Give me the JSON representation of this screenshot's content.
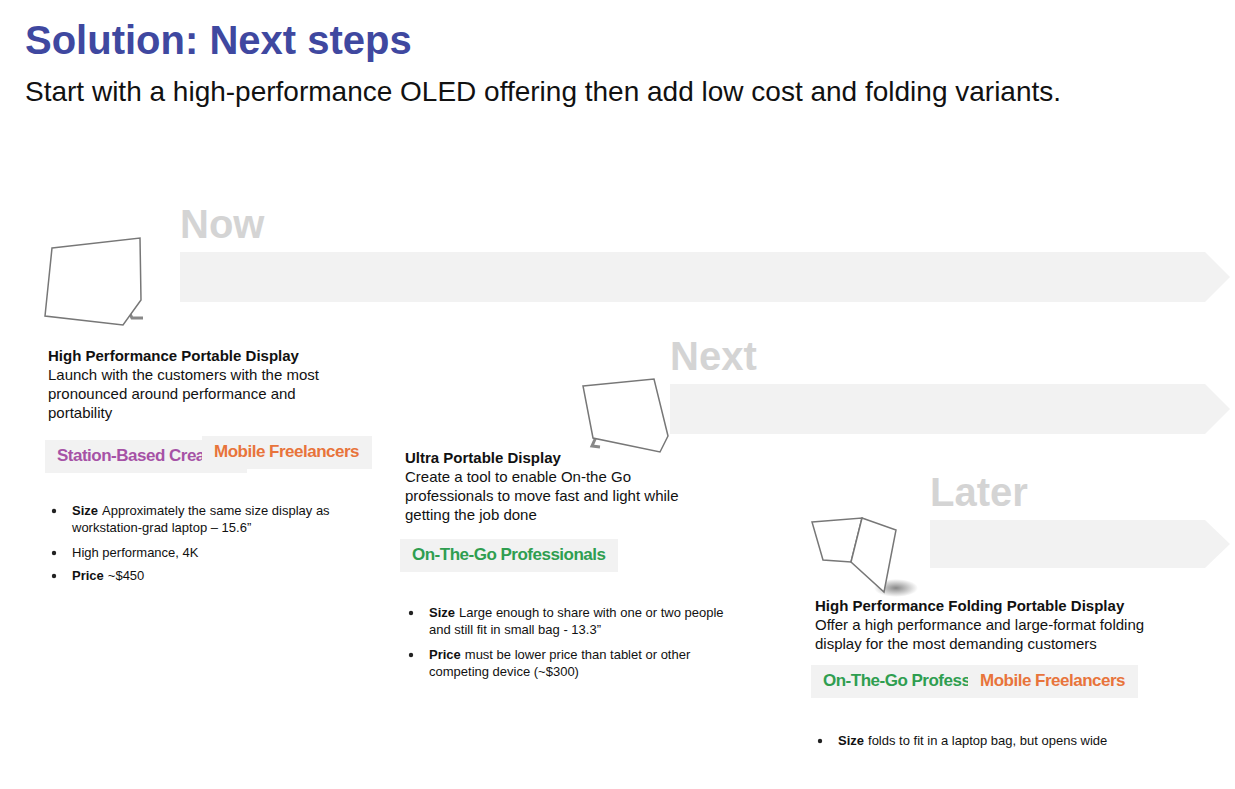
{
  "diagram": {
    "title": "Solution: Next steps",
    "nodes": [
      {
        "text": [
          "Now"
        ]
      },
      {
        "text": [
          "Station-Based Creators"
        ]
      },
      {
        "text": [
          "Mobile Freelancers"
        ]
      },
      {
        "text": [
          "Next"
        ]
      },
      {
        "text": [
          "On-The-Go Professionals"
        ]
      },
      {
        "text": [
          "Later"
        ]
      },
      {
        "text": [
          "On-The-Go Professionals"
        ]
      },
      {
        "text": [
          "Mobile Freelancers"
        ]
      }
    ],
    "labels": [
      "Start with a high-performance OLED offering then add low cost and folding variants.",
      "High Performance Portable Display",
      "Launch with the customers with the most pronounced around performance and portability",
      "Size",
      "Approximately the same size display as workstation-grad laptop – 15.6”",
      "High performance, 4K",
      "Price",
      "~$450",
      "Ultra Portable Display",
      "Create a tool to enable On-the Go professionals to move fast and light while getting the job done",
      "Size",
      "Large enough to share with one or two people and still fit in small bag - 13.3”",
      "Price",
      "must be lower price than tablet or other competing device (~$300)",
      "High Performance Folding Portable Display",
      "Offer a high performance and large-format folding display for the most demanding customers",
      "Size",
      "folds to fit in a laptop bag, but opens wide"
    ]
  }
}
